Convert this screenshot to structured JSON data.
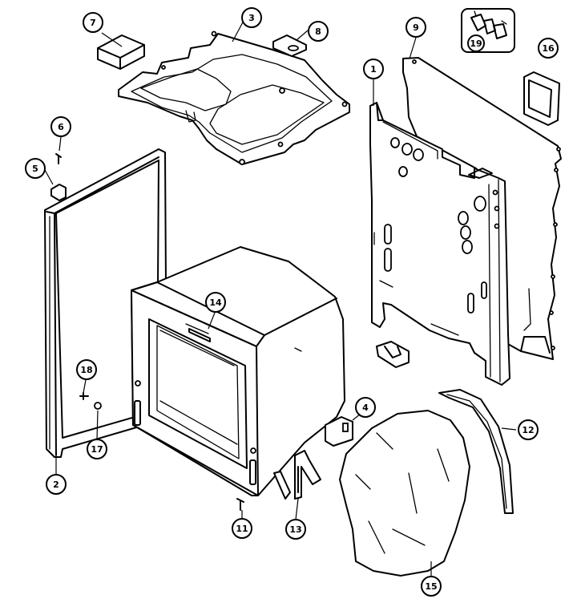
{
  "callouts": [
    {
      "id": "c1",
      "label": "1"
    },
    {
      "id": "c2",
      "label": "2"
    },
    {
      "id": "c3",
      "label": "3"
    },
    {
      "id": "c4",
      "label": "4"
    },
    {
      "id": "c5",
      "label": "5"
    },
    {
      "id": "c6",
      "label": "6"
    },
    {
      "id": "c7",
      "label": "7"
    },
    {
      "id": "c8",
      "label": "8"
    },
    {
      "id": "c9",
      "label": "9"
    },
    {
      "id": "c11",
      "label": "11"
    },
    {
      "id": "c12",
      "label": "12"
    },
    {
      "id": "c13",
      "label": "13"
    },
    {
      "id": "c14",
      "label": "14"
    },
    {
      "id": "c15",
      "label": "15"
    },
    {
      "id": "c16",
      "label": "16"
    },
    {
      "id": "c17",
      "label": "17"
    },
    {
      "id": "c18",
      "label": "18"
    },
    {
      "id": "c19",
      "label": "19"
    }
  ]
}
